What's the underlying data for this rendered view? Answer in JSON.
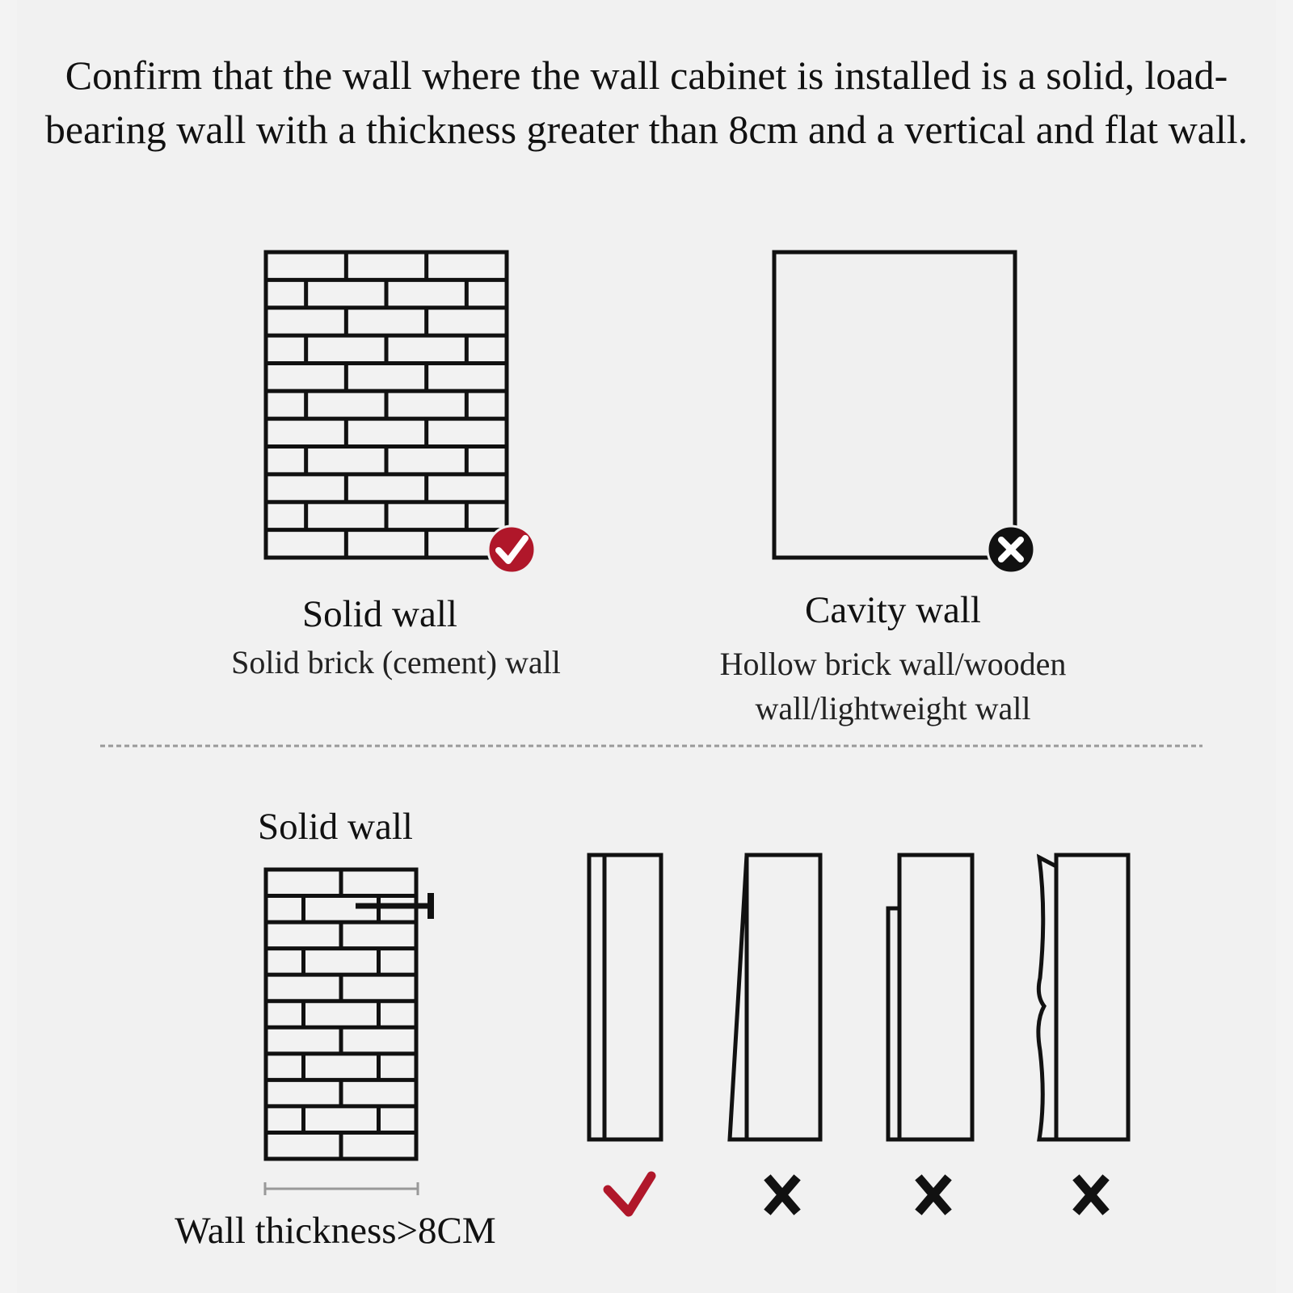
{
  "headline": "Confirm that the wall where the wall cabinet is installed is a solid, load-bearing wall with a thickness greater than 8cm and a vertical and flat wall.",
  "solid_panel": {
    "title": "Solid wall",
    "subtitle": "Solid brick (cement) wall",
    "status_icon": "check-circle-icon",
    "status_color": "#b0172a"
  },
  "cavity_panel": {
    "title": "Cavity wall",
    "subtitle": "Hollow brick wall/wooden wall/lightweight wall",
    "status_icon": "x-circle-icon",
    "status_color": "#111111"
  },
  "thickness_panel": {
    "title": "Solid wall",
    "caption": "Wall thickness>8CM"
  },
  "flatness_examples": [
    {
      "shape": "vertical-flat",
      "mark": "check-icon",
      "mark_color": "#b0172a"
    },
    {
      "shape": "leaning",
      "mark": "x-icon",
      "mark_color": "#111111"
    },
    {
      "shape": "stepped",
      "mark": "x-icon",
      "mark_color": "#111111"
    },
    {
      "shape": "uneven",
      "mark": "x-icon",
      "mark_color": "#111111"
    }
  ]
}
